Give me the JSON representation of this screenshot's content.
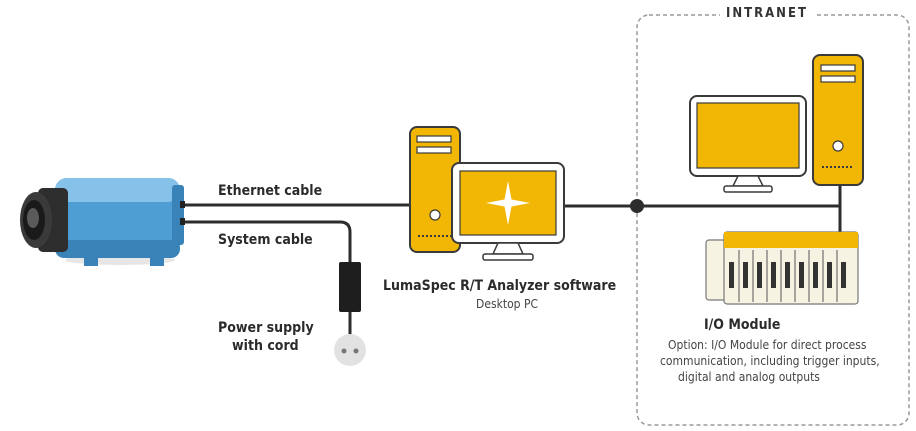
{
  "labels": {
    "ethernet_cable": "Ethernet cable",
    "system_cable": "System cable",
    "power_supply_line1": "Power supply",
    "power_supply_line2": "with cord",
    "software_title": "LumaSpec R/T Analyzer software",
    "software_sub": "Desktop PC",
    "intranet": "INTRANET",
    "io_module": "I/O Module",
    "option_line1": "Option: I/O Module for direct process",
    "option_line2": "communication, including trigger inputs,",
    "option_line3": "digital and analog outputs"
  },
  "colors": {
    "accent_yellow": "#f2b705",
    "camera_blue": "#4e9ed4",
    "cable": "#2d2d2d",
    "frame_dashed": "#9a9a9a"
  }
}
